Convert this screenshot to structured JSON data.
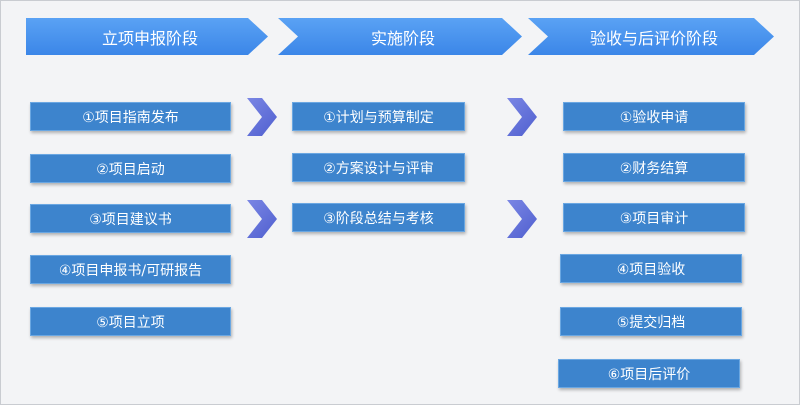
{
  "phases": [
    {
      "label": "立项申报阶段"
    },
    {
      "label": "实施阶段"
    },
    {
      "label": "验收与后评价阶段"
    }
  ],
  "columns": [
    {
      "items": [
        "①项目指南发布",
        "②项目启动",
        "③项目建议书",
        "④项目申报书/可研报告",
        "⑤项目立项"
      ]
    },
    {
      "items": [
        "①计划与预算制定",
        "②方案设计与评审",
        "③阶段总结与考核"
      ]
    },
    {
      "items": [
        "①验收申请",
        "②财务结算",
        "③项目审计",
        "④项目验收",
        "⑤提交归档",
        "⑥项目后评价"
      ]
    }
  ],
  "colors": {
    "phase": "#3b86e8",
    "item": "#3d84cd",
    "arrow": "#5b68d6",
    "background": "#f3f4f6"
  },
  "icons": [
    "chevron-right-icon"
  ]
}
